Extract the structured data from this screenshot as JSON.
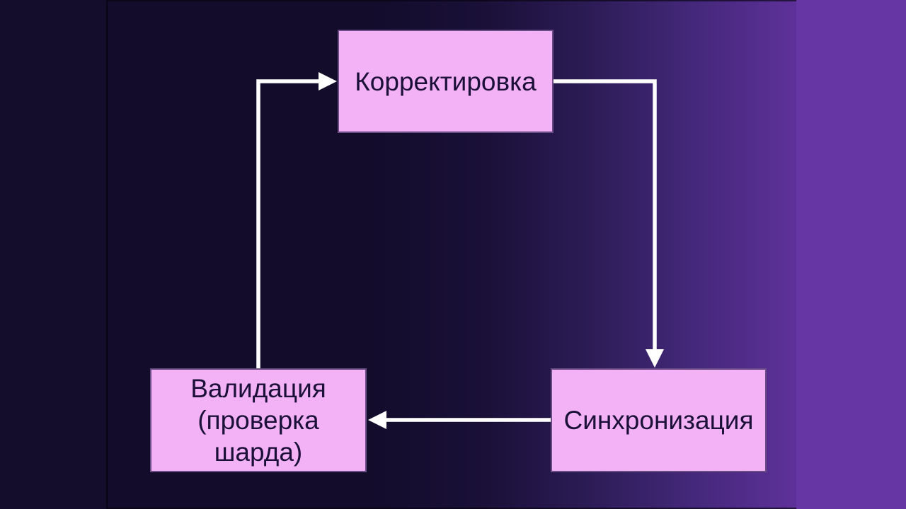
{
  "diagram": {
    "type": "flowchart-cycle",
    "nodes": [
      {
        "id": "correction",
        "label": "Корректировка"
      },
      {
        "id": "sync",
        "label": "Синхронизация"
      },
      {
        "id": "validation",
        "label": "Валидация\n(проверка\nшарда)"
      }
    ],
    "edges": [
      {
        "from": "validation",
        "to": "correction",
        "style": "right-angle-arrow"
      },
      {
        "from": "correction",
        "to": "sync",
        "style": "right-angle-arrow"
      },
      {
        "from": "sync",
        "to": "validation",
        "style": "straight-arrow"
      }
    ],
    "colors": {
      "node_fill": "#f3b2f6",
      "node_border": "#6b4d86",
      "node_text": "#1b1038",
      "arrow": "#ffffff",
      "background_left": "#150d2c",
      "background_right": "#6636a4"
    }
  }
}
